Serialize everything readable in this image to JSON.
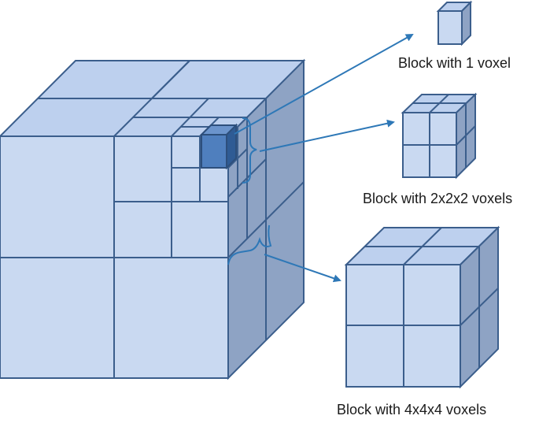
{
  "labels": {
    "block_1": "Block with 1 voxel",
    "block_2": "Block with 2x2x2 voxels",
    "block_4": "Block with 4x4x4 voxels"
  },
  "colors": {
    "face_front": "#c9d9f1",
    "face_top": "#bdd0ee",
    "face_side": "#8ea3c4",
    "edge": "#3b5e8c",
    "highlight_voxel": "#4f7fbe",
    "arrow": "#2e78b7"
  }
}
